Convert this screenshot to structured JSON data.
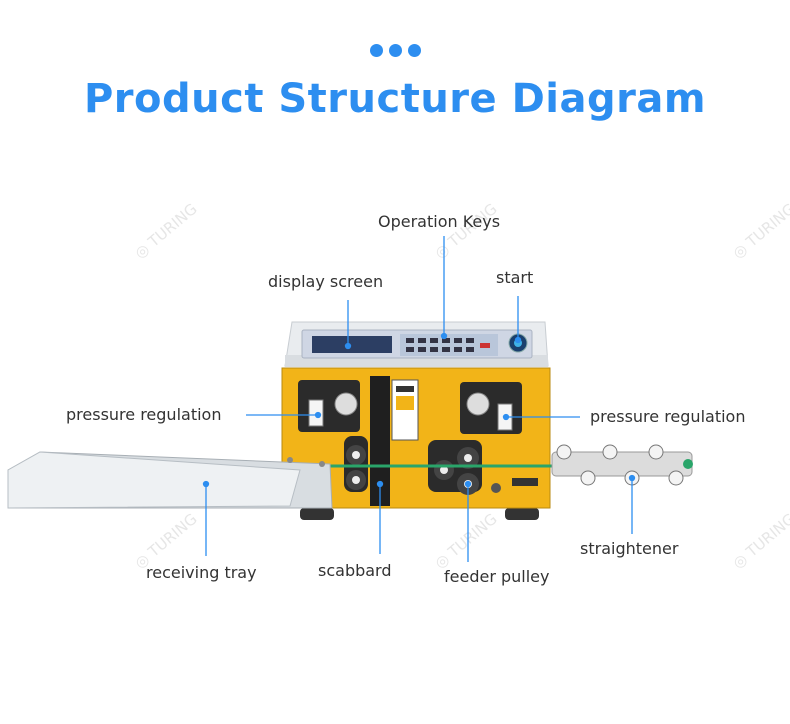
{
  "header": {
    "title": "Product Structure Diagram"
  },
  "labels": {
    "operation_keys": "Operation Keys",
    "display_screen": "display screen",
    "start": "start",
    "pressure_left": "pressure regulation",
    "pressure_right": "pressure regulation",
    "receiving_tray": "receiving tray",
    "scabbard": "scabbard",
    "feeder_pulley": "feeder pulley",
    "straightener": "straightener"
  },
  "colors": {
    "accent": "#2d8ef0",
    "panel": "#f2b418",
    "leader": "#2d8ef0"
  }
}
